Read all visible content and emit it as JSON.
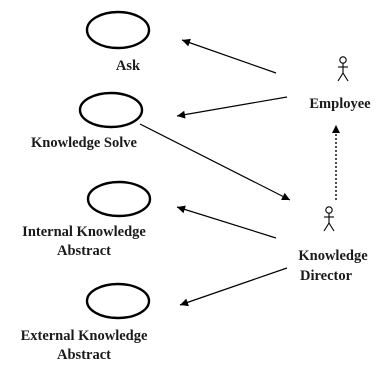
{
  "diagram": {
    "type": "use-case",
    "use_cases": [
      {
        "id": "ask",
        "lines": [
          "Ask"
        ]
      },
      {
        "id": "knowledge-solve",
        "lines": [
          "Knowledge Solve"
        ]
      },
      {
        "id": "internal-knowledge-abstract",
        "lines": [
          "Internal Knowledge",
          "Abstract"
        ]
      },
      {
        "id": "external-knowledge-abstract",
        "lines": [
          "External Knowledge",
          "Abstract"
        ]
      }
    ],
    "actors": [
      {
        "id": "employee",
        "lines": [
          "Employee"
        ]
      },
      {
        "id": "knowledge-director",
        "lines": [
          "Knowledge",
          "Director"
        ]
      }
    ],
    "relations": [
      {
        "from": "employee",
        "to": "ask",
        "style": "solid"
      },
      {
        "from": "employee",
        "to": "knowledge-solve",
        "style": "solid"
      },
      {
        "from": "knowledge-solve",
        "to": "knowledge-director",
        "style": "solid"
      },
      {
        "from": "knowledge-director",
        "to": "internal-knowledge-abstract",
        "style": "solid"
      },
      {
        "from": "knowledge-director",
        "to": "external-knowledge-abstract",
        "style": "solid"
      },
      {
        "from": "knowledge-director",
        "to": "employee",
        "style": "dashed"
      }
    ]
  }
}
